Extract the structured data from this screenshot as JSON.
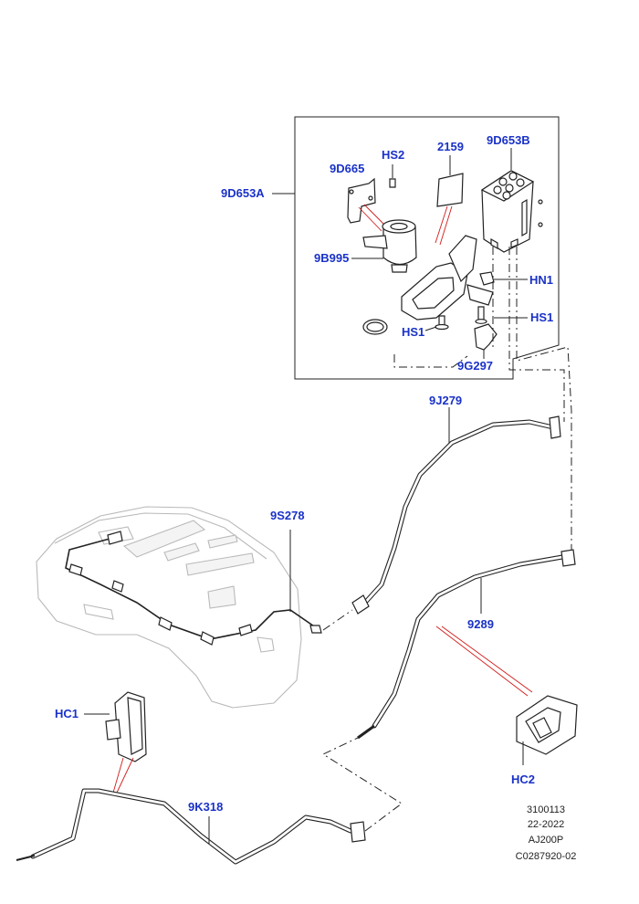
{
  "labels": {
    "l9D653A": "9D653A",
    "l9D665": "9D665",
    "lHS2": "HS2",
    "l2159": "2159",
    "l9D653B": "9D653B",
    "l9B995": "9B995",
    "lHN1": "HN1",
    "lHS1a": "HS1",
    "lHS1b": "HS1",
    "l9G297": "9G297",
    "l9J279": "9J279",
    "l9S278": "9S278",
    "l9289": "9289",
    "lHC1": "HC1",
    "lHC2": "HC2",
    "l9K318": "9K318"
  },
  "reference": {
    "line1": "3100113",
    "line2": "22-2022",
    "line3": "AJ200P",
    "line4": "C0287920-02"
  },
  "colors": {
    "callout": "#1a32c8",
    "leader": "#222222",
    "highlight": "#d21a1a",
    "ghost": "#b9b9b9"
  }
}
